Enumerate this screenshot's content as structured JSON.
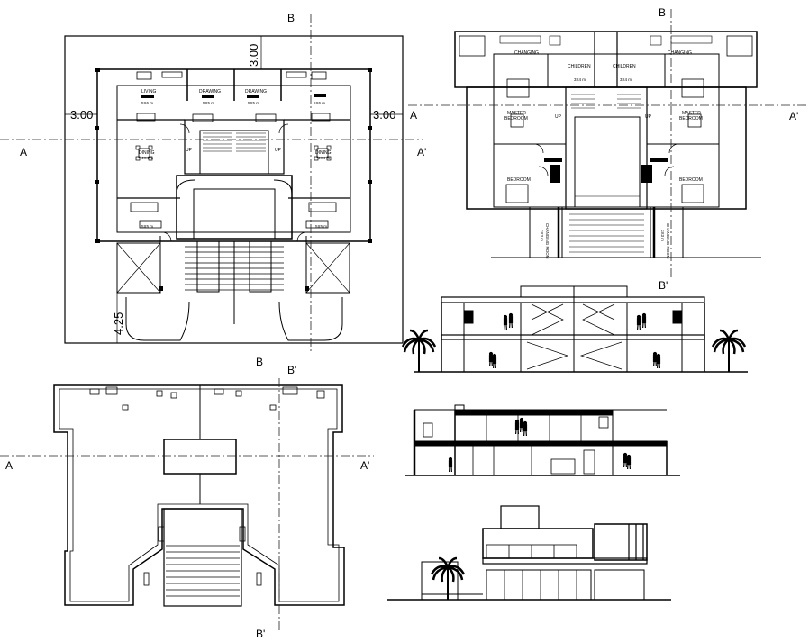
{
  "colors": {
    "ink": "#000000",
    "paper": "#ffffff",
    "dash": "#222222"
  },
  "ground_floor": {
    "dims": {
      "left": "3.00",
      "right": "3.00",
      "top": "3.00",
      "bottom_left": "4.25"
    },
    "section_marks": {
      "a_left": "A",
      "a_right": "A'",
      "a_mid": "A",
      "b_top": "B"
    },
    "rooms": {
      "living": "LIVING",
      "living_size": "5X6 m",
      "drawing_1": "DRAWING",
      "drawing_1_size": "5X5 m",
      "drawing_2": "DRAWING",
      "drawing_2_size": "5X5 m",
      "right_top_size": "5X6 m",
      "dining_1": "DINING",
      "dining_1_size": "4X4 m",
      "dining_2": "DINING",
      "dining_2_size": "4X4 m",
      "kitchen_1_size": "5X5 m",
      "kitchen_2_size": "5X5 m",
      "up_1": "UP",
      "up_2": "UP"
    }
  },
  "first_floor": {
    "section_marks": {
      "b_top": "B",
      "b_bottom": "B'",
      "a_right": "A'"
    },
    "rooms": {
      "changing_1": "CHANGING",
      "changing_2": "CHANGING",
      "children_1": "CHILDREN",
      "children_1_size": "3X4 m",
      "children_2": "CHILDREN",
      "children_2_size": "3X4 m",
      "master_1": "MASTER",
      "master_1b": "BEDROOM",
      "master_2": "MASTER",
      "master_2b": "BEDROOM",
      "bedroom_1": "BEDROOM",
      "bedroom_2": "BEDROOM",
      "changing_room_1": "CHANGING ROOM",
      "changing_room_1_size": "3X3 m",
      "changing_room_2": "CHANGING ROOM",
      "changing_room_2_size": "3X3 m",
      "up_1": "UP",
      "up_2": "UP"
    }
  },
  "roof_plan": {
    "section_marks": {
      "b_top": "B",
      "b_prime_top": "B'",
      "a_left": "A",
      "a_right": "A'",
      "b_prime_bottom": "B'"
    }
  }
}
